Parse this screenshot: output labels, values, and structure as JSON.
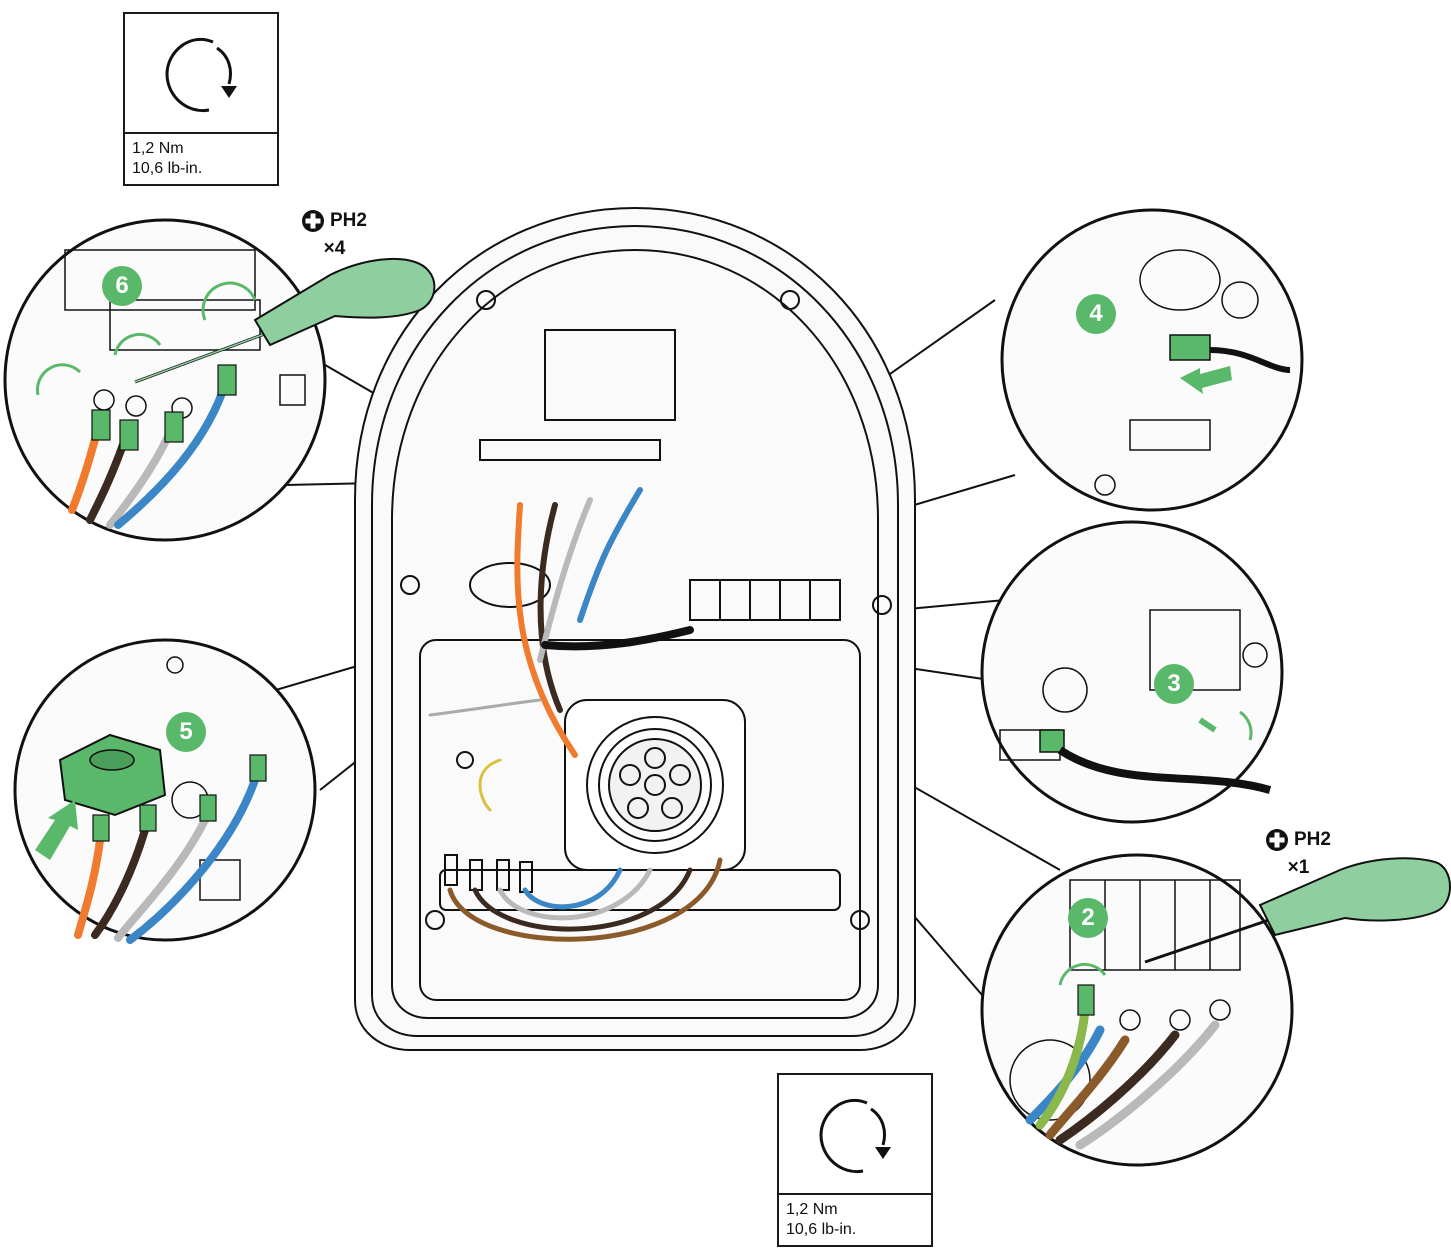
{
  "torque_top": {
    "value": "1,2 Nm",
    "value_imperial": "10,6 lb-in."
  },
  "torque_bottom": {
    "value": "1,2 Nm",
    "value_imperial": "10,6 lb-in."
  },
  "tool_top": {
    "bit": "PH2",
    "count": "×4"
  },
  "tool_bottom": {
    "bit": "PH2",
    "count": "×1"
  },
  "steps": {
    "s2": "2",
    "s3": "3",
    "s4": "4",
    "s5": "5",
    "s6": "6"
  },
  "colors": {
    "accent_green": "#5ab86a",
    "tool_green": "#8fcf9f",
    "wire_orange": "#f07a2e",
    "wire_brown": "#3a2a20",
    "wire_grey": "#b9b9b9",
    "wire_blue": "#3a86c6",
    "wire_black": "#111111",
    "wire_tan": "#8a5a2b",
    "wire_yellow_green": "#8ab84a"
  },
  "icons": [
    "rotate-clockwise-icon",
    "phillips-bit-icon",
    "screwdriver-icon",
    "push-arrow-icon"
  ]
}
